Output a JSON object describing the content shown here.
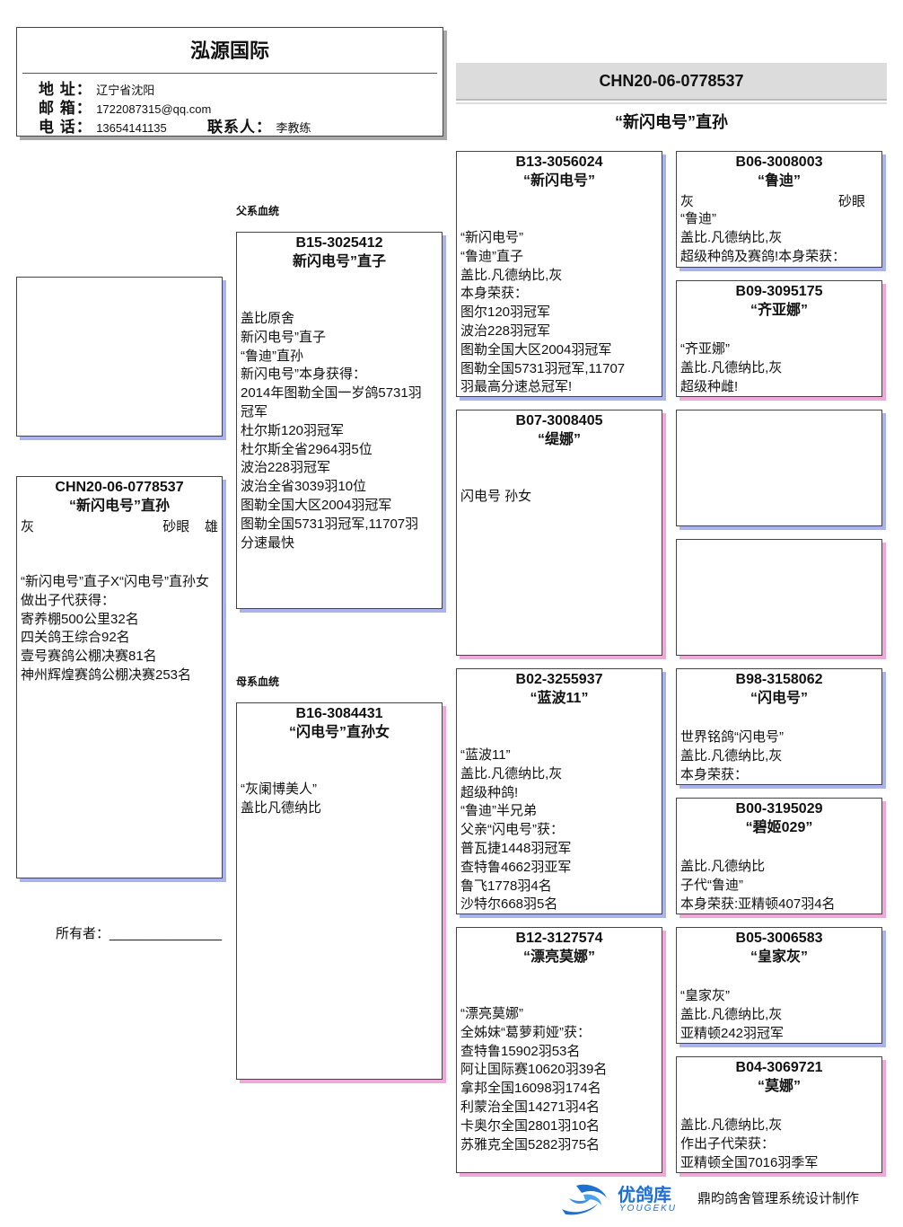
{
  "header": {
    "title": "泓源国际",
    "address_label": "地 址：",
    "address": "辽宁省沈阳",
    "email_label": "邮 箱：",
    "email": "1722087315@qq.com",
    "phone_label": "电 话：",
    "phone": "13654141135",
    "contact_label": "联系人：",
    "contact": "李教练"
  },
  "right_banner": {
    "ring": "CHN20-06-0778537",
    "name": "“新闪电号”直孙"
  },
  "sections": {
    "father_line": "父系血统",
    "mother_line": "母系血统"
  },
  "subject": {
    "ring": "CHN20-06-0778537",
    "name": "“新闪电号”直孙",
    "color": "灰",
    "eye": "砂眼",
    "sex": "雄",
    "lines": [
      "“新闪电号”直子X“闪电号”直孙女",
      "做出子代获得：",
      "寄养棚500公里32名",
      "四关鸽王综合92名",
      "壹号赛鸽公棚决赛81名",
      "神州辉煌赛鸽公棚决赛253名"
    ]
  },
  "owner": {
    "label": "所有者：",
    "value": "_______________"
  },
  "sire": {
    "ring": "B15-3025412",
    "name": "新闪电号”直子",
    "lines": [
      "盖比原舍",
      "新闪电号”直子",
      "“鲁迪”直孙",
      "新闪电号”本身获得：",
      "2014年图勒全国一岁鸽5731羽",
      "冠军",
      "杜尔斯120羽冠军",
      "杜尔斯全省2964羽5位",
      "波治228羽冠军",
      "波治全省3039羽10位",
      "图勒全国大区2004羽冠军",
      "图勒全国5731羽冠军,11707羽",
      "分速最快"
    ]
  },
  "dam": {
    "ring": "B16-3084431",
    "name": "“闪电号”直孙女",
    "lines": [
      "“灰阑博美人”",
      "盖比凡德纳比"
    ]
  },
  "ss": {
    "ring": "B13-3056024",
    "name": "“新闪电号”",
    "lines": [
      "“新闪电号”",
      "“鲁迪”直子",
      "盖比.凡德纳比,灰",
      "本身荣获：",
      "图尔120羽冠军",
      "波治228羽冠军",
      "图勒全国大区2004羽冠军",
      "图勒全国5731羽冠军,11707",
      "羽最高分速总冠军!"
    ]
  },
  "sd": {
    "ring": "B07-3008405",
    "name": "“缇娜”",
    "lines": [
      "闪电号 孙女"
    ]
  },
  "ds": {
    "ring": "B02-3255937",
    "name": "“蓝波11”",
    "lines": [
      "“蓝波11”",
      "盖比.凡德纳比,灰",
      "超级种鸽!",
      "“鲁迪”半兄弟",
      "父亲“闪电号”获：",
      "普瓦捷1448羽冠军",
      "查特鲁4662羽亚军",
      "鲁飞1778羽4名",
      "沙特尔668羽5名"
    ]
  },
  "dd": {
    "ring": "B12-3127574",
    "name": "“漂亮莫娜”",
    "lines": [
      "“漂亮莫娜”",
      "全姊妹“葛萝莉娅”获：",
      "查特鲁15902羽53名",
      "阿让国际赛10620羽39名",
      "拿邦全国16098羽174名",
      "利蒙治全国14271羽4名",
      "卡奥尔全国2801羽10名",
      "苏雅克全国5282羽75名"
    ]
  },
  "sss": {
    "ring": "B06-3008003",
    "name": "“鲁迪”",
    "color": "灰",
    "eye": "砂眼",
    "lines": [
      "“鲁迪”",
      "盖比.凡德纳比,灰",
      "超级种鸽及赛鸽!本身荣获："
    ]
  },
  "ssd": {
    "ring": "B09-3095175",
    "name": "“齐亚娜”",
    "lines": [
      "“齐亚娜”",
      "盖比.凡德纳比,灰",
      "超级种雌!"
    ]
  },
  "dss": {
    "ring": "B98-3158062",
    "name": "“闪电号”",
    "lines": [
      "世界铭鸽“闪电号”",
      "盖比.凡德纳比,灰",
      "本身荣获："
    ]
  },
  "dsd": {
    "ring": "B00-3195029",
    "name": "“碧姬029”",
    "lines": [
      "盖比.凡德纳比",
      "子代“鲁迪”",
      "本身荣获:亚精顿407羽4名"
    ]
  },
  "dds": {
    "ring": "B05-3006583",
    "name": "“皇家灰”",
    "lines": [
      "“皇家灰”",
      "盖比.凡德纳比,灰",
      "亚精顿242羽冠军"
    ]
  },
  "ddd": {
    "ring": "B04-3069721",
    "name": "“莫娜”",
    "lines": [
      "盖比.凡德纳比,灰",
      "作出子代荣获：",
      "亚精顿全国7016羽季军"
    ]
  },
  "footer": {
    "logo_cn": "优鸽库",
    "logo_en": "YOUGEKU",
    "credit": "鼎昀鸽舍管理系统设计制作"
  }
}
